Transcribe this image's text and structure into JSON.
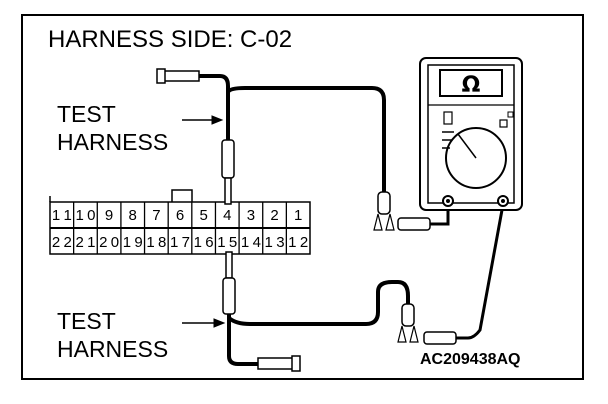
{
  "diagram": {
    "title": "HARNESS SIDE: C-02",
    "labels": {
      "test_harness_upper": [
        "TEST",
        "HARNESS"
      ],
      "test_harness_lower": [
        "TEST",
        "HARNESS"
      ]
    },
    "connector": {
      "top_row": [
        "11",
        "10",
        "9",
        "8",
        "7",
        "6",
        "5",
        "4",
        "3",
        "2",
        "1"
      ],
      "bottom_row": [
        "22",
        "21",
        "20",
        "19",
        "18",
        "17",
        "16",
        "15",
        "14",
        "13",
        "12"
      ]
    },
    "meter": {
      "symbol": "Ω"
    },
    "figure_code": "AC209438AQ"
  }
}
